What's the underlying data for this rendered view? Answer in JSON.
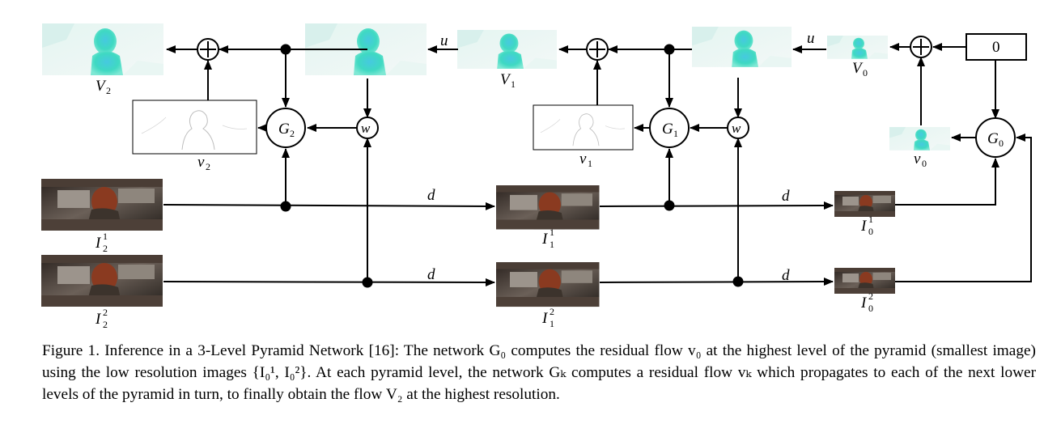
{
  "figure": {
    "nodes": {
      "g2": "G",
      "g2_sub": "2",
      "g1": "G",
      "g1_sub": "1",
      "g0": "G",
      "g0_sub": "0",
      "w": "w",
      "plus": "+",
      "zero": "0"
    },
    "labels": {
      "V2": "V",
      "V2_sub": "2",
      "V1": "V",
      "V1_sub": "1",
      "V0": "V",
      "V0_sub": "0",
      "v2": "v",
      "v2_sub": "2",
      "v1": "v",
      "v1_sub": "1",
      "v0": "v",
      "v0_sub": "0",
      "u": "u",
      "d": "d",
      "I": "I",
      "I2_1_sub": "2",
      "I2_1_sup": "1",
      "I2_2_sub": "2",
      "I2_2_sup": "2",
      "I1_1_sub": "1",
      "I1_1_sup": "1",
      "I1_2_sub": "1",
      "I1_2_sup": "2",
      "I0_1_sub": "0",
      "I0_1_sup": "1",
      "I0_2_sub": "0",
      "I0_2_sup": "2"
    }
  },
  "caption": {
    "line1": "Figure 1. Inference in a 3-Level Pyramid Network [16]: The network G₀ computes the residual flow v₀ at the highest level of the pyramid",
    "line2": "(smallest image) using the low resolution images {I₀¹, I₀²}. At each pyramid level, the network Gₖ computes a residual flow vₖ which",
    "line3": "propagates to each of the next lower levels of the pyramid in turn, to finally obtain the flow V₂ at the highest resolution."
  },
  "colors": {
    "flow_bg": "#eef7f6",
    "flow_blob": "#3fd6c8",
    "photo_dark": "#3a302a",
    "photo_hair": "#8a3a20"
  }
}
